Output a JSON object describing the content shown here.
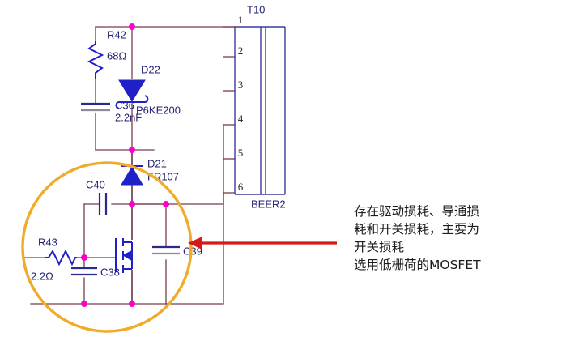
{
  "diagram": {
    "title_visible": false,
    "components": {
      "r42": {
        "ref": "R42",
        "value": "68Ω"
      },
      "c36": {
        "ref": "C36",
        "value": "2.2nF"
      },
      "d22": {
        "ref": "D22",
        "value": "P6KE200"
      },
      "d21": {
        "ref": "D21",
        "value": "FR107"
      },
      "c40": {
        "ref": "C40"
      },
      "c39": {
        "ref": "C39"
      },
      "c38": {
        "ref": "C38"
      },
      "r43": {
        "ref": "R43",
        "value": "2.2Ω"
      },
      "transformer": {
        "ref": "T10",
        "part": "BEER2"
      }
    },
    "transformer_pins": [
      "1",
      "2",
      "3",
      "4",
      "5",
      "6"
    ],
    "colors": {
      "wire": "#7a3b4a",
      "component": "#2020c8",
      "node": "#ff00cc",
      "highlight": "#f0ab2a",
      "arrow": "#d81919",
      "label": "#232370"
    }
  },
  "annotation": {
    "text": "存在驱动损耗、导通损\n耗和开关损耗，主要为\n开关损耗\n选用低栅荷的MOSFET"
  }
}
